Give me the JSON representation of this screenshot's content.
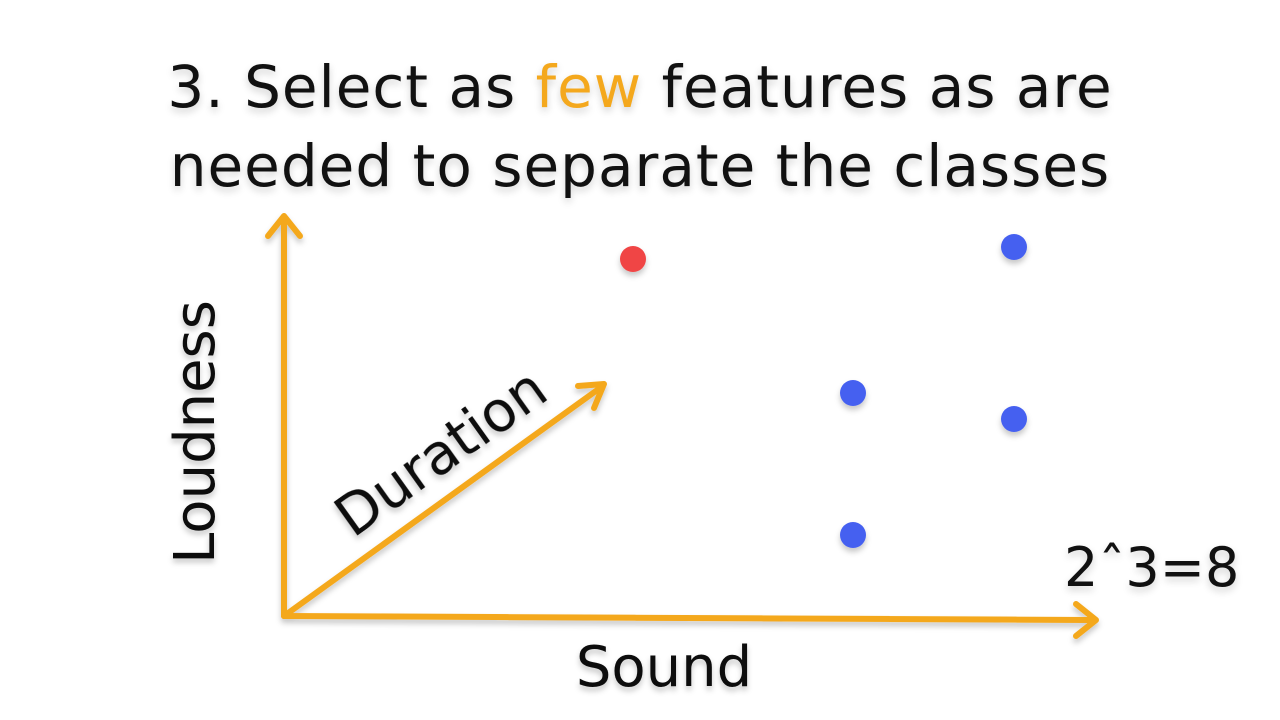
{
  "title": {
    "line1_prefix": "3. Select as ",
    "line1_highlight": "few",
    "line1_suffix": " features as are",
    "line2": "needed to separate the classes"
  },
  "axes": {
    "x_label": "Sound",
    "y_label": "Loudness",
    "z_label": "Duration"
  },
  "formula": "2ˆ3=8",
  "colors": {
    "axis": "#f4a81d",
    "highlight": "#f4a81d",
    "class_red": "#f04444",
    "class_blue": "#4560f0",
    "text": "#111111"
  },
  "points": [
    {
      "class": "red"
    },
    {
      "class": "blue"
    },
    {
      "class": "blue"
    },
    {
      "class": "blue"
    },
    {
      "class": "blue"
    }
  ]
}
